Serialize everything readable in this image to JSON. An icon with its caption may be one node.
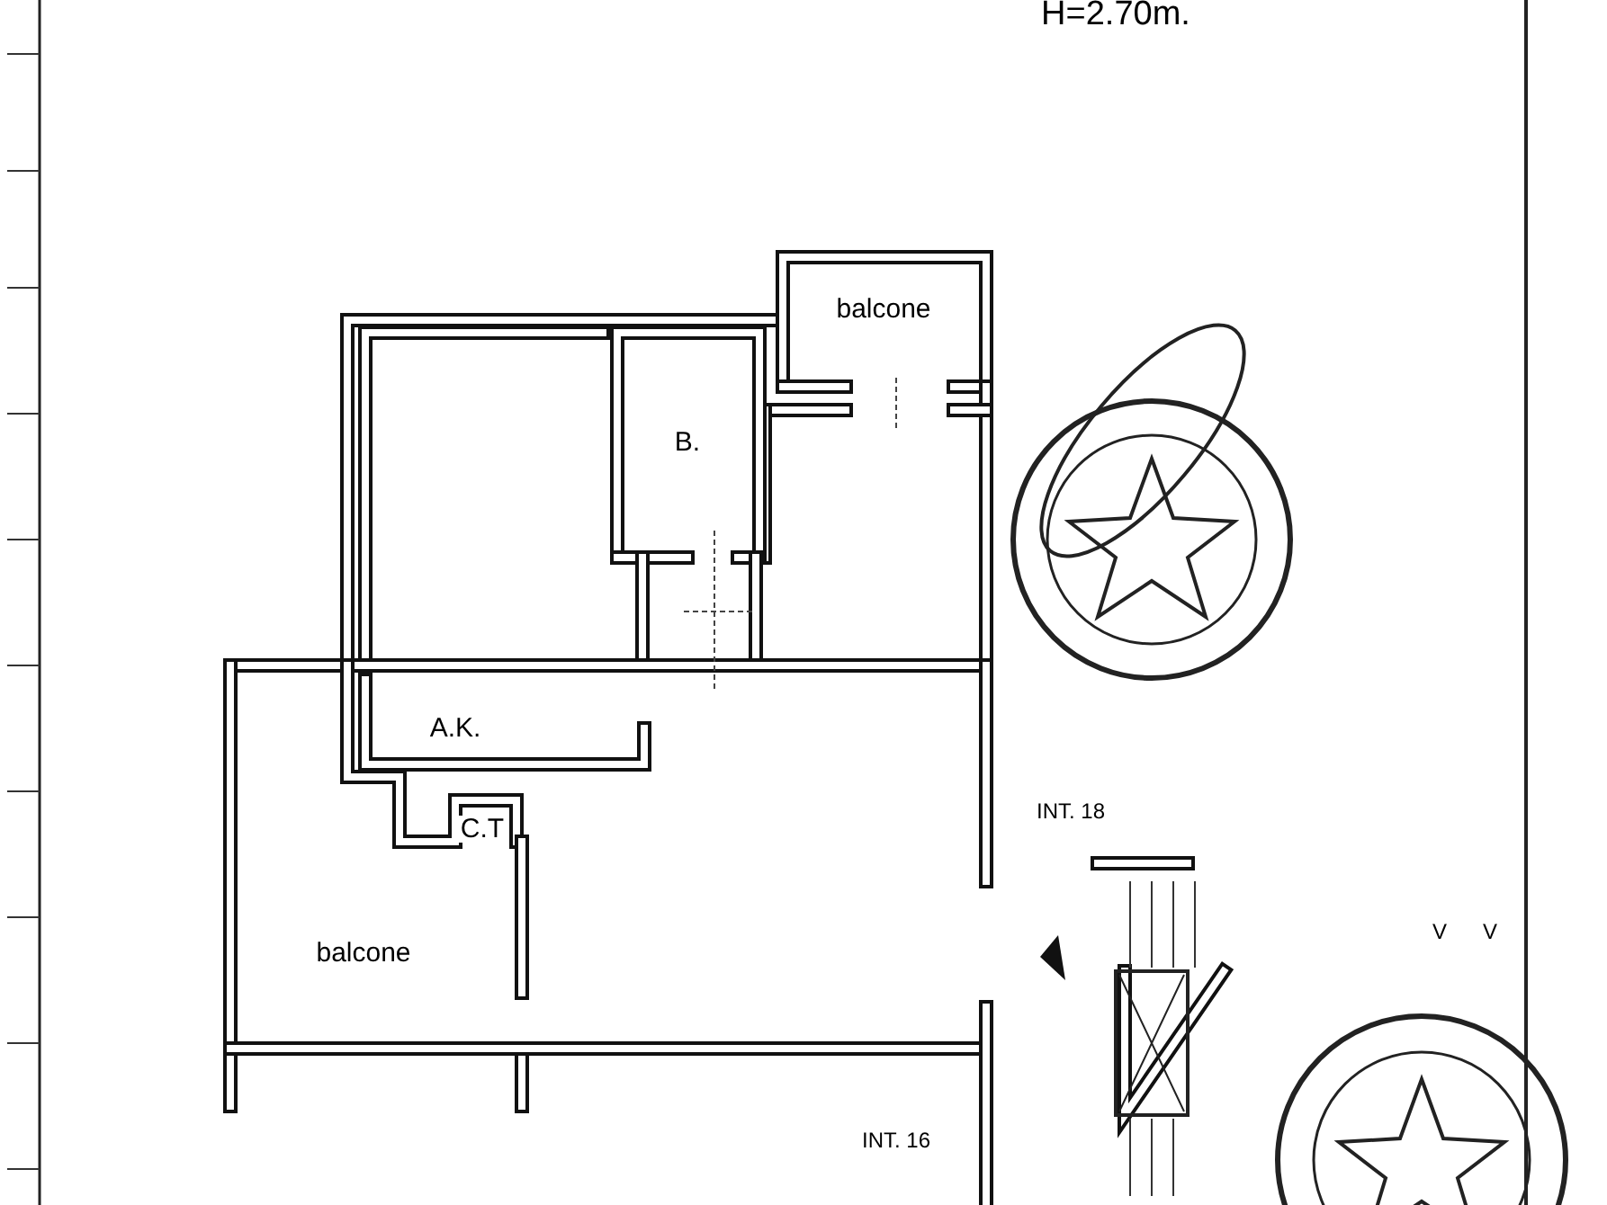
{
  "diagram": {
    "nodes": [
      {
        "text": [
          "balcone"
        ]
      },
      {
        "text": [
          "B."
        ]
      },
      {
        "text": [
          "A.K."
        ]
      },
      {
        "text": [
          "C.T"
        ]
      },
      {
        "text": [
          "balcone"
        ]
      }
    ],
    "labels": [
      "H=2.70m.",
      "INT. 18",
      "INT. 16",
      "V",
      "V"
    ]
  }
}
